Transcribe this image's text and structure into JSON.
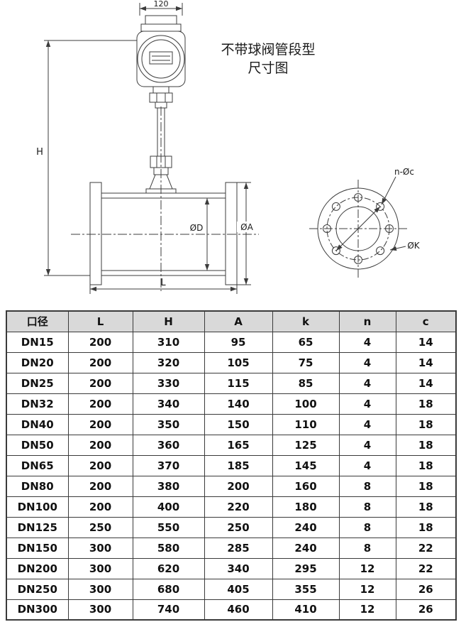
{
  "diagram": {
    "title_line1": "不带球阀管段型",
    "title_line2": "尺寸图",
    "top_width_dim": "120",
    "height_dim": "H",
    "inner_diameter_dim": "ØD",
    "flange_diameter_dim": "ØA",
    "length_dim": "L",
    "bolt_holes_label": "n-Øc",
    "bolt_circle_label": "ØK"
  },
  "table": {
    "headers": [
      "口径",
      "L",
      "H",
      "A",
      "k",
      "n",
      "c"
    ],
    "rows": [
      [
        "DN15",
        "200",
        "310",
        "95",
        "65",
        "4",
        "14"
      ],
      [
        "DN20",
        "200",
        "320",
        "105",
        "75",
        "4",
        "14"
      ],
      [
        "DN25",
        "200",
        "330",
        "115",
        "85",
        "4",
        "14"
      ],
      [
        "DN32",
        "200",
        "340",
        "140",
        "100",
        "4",
        "18"
      ],
      [
        "DN40",
        "200",
        "350",
        "150",
        "110",
        "4",
        "18"
      ],
      [
        "DN50",
        "200",
        "360",
        "165",
        "125",
        "4",
        "18"
      ],
      [
        "DN65",
        "200",
        "370",
        "185",
        "145",
        "4",
        "18"
      ],
      [
        "DN80",
        "200",
        "380",
        "200",
        "160",
        "8",
        "18"
      ],
      [
        "DN100",
        "200",
        "400",
        "220",
        "180",
        "8",
        "18"
      ],
      [
        "DN125",
        "250",
        "550",
        "250",
        "240",
        "8",
        "18"
      ],
      [
        "DN150",
        "300",
        "580",
        "285",
        "240",
        "8",
        "22"
      ],
      [
        "DN200",
        "300",
        "620",
        "340",
        "295",
        "12",
        "22"
      ],
      [
        "DN250",
        "300",
        "680",
        "405",
        "355",
        "12",
        "26"
      ],
      [
        "DN300",
        "300",
        "740",
        "460",
        "410",
        "12",
        "26"
      ]
    ]
  },
  "colors": {
    "header_bg": "#d9d9d9",
    "line_color": "#3c3c3c",
    "border_color": "#3a3a3a"
  }
}
